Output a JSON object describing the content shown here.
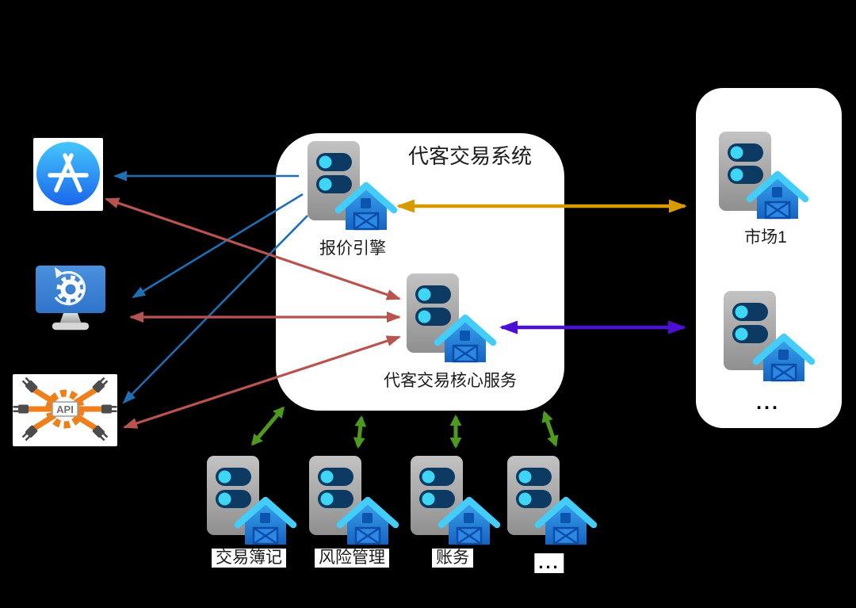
{
  "diagram": {
    "title": "代客交易系统",
    "system_nodes": [
      {
        "id": "quote-engine",
        "label": "报价引擎"
      },
      {
        "id": "core-service",
        "label": "代客交易核心服务"
      }
    ],
    "channels": [
      {
        "id": "app-store",
        "icon": "app-store-icon"
      },
      {
        "id": "ops-terminal",
        "icon": "sync-monitor-icon"
      },
      {
        "id": "api-gateway",
        "icon": "api-gateway-icon",
        "text": "API"
      }
    ],
    "markets_panel": {
      "nodes": [
        {
          "id": "market-1",
          "label": "市场1"
        },
        {
          "id": "market-2",
          "label": ""
        }
      ],
      "ellipsis": "..."
    },
    "backend_nodes": [
      {
        "id": "trade-bookkeeping",
        "label": "交易簿记"
      },
      {
        "id": "risk-management",
        "label": "风险管理"
      },
      {
        "id": "accounting",
        "label": "账务"
      },
      {
        "id": "more-backends",
        "label": "..."
      }
    ],
    "connections": [
      {
        "from": "quote-engine",
        "to": "app-store",
        "color": "blue",
        "double_headed": false
      },
      {
        "from": "quote-engine",
        "to": "ops-terminal",
        "color": "blue",
        "double_headed": false
      },
      {
        "from": "quote-engine",
        "to": "api-gateway",
        "color": "blue",
        "double_headed": false
      },
      {
        "from": "core-service",
        "to": "app-store",
        "color": "red",
        "double_headed": true
      },
      {
        "from": "core-service",
        "to": "ops-terminal",
        "color": "red",
        "double_headed": true
      },
      {
        "from": "core-service",
        "to": "api-gateway",
        "color": "red",
        "double_headed": true
      },
      {
        "from": "quote-engine",
        "to": "market-1",
        "color": "orange",
        "double_headed": true
      },
      {
        "from": "core-service",
        "to": "market-2",
        "color": "purple",
        "double_headed": true
      },
      {
        "from": "system-box",
        "to": "trade-bookkeeping",
        "color": "green",
        "double_headed": true
      },
      {
        "from": "system-box",
        "to": "risk-management",
        "color": "green",
        "double_headed": true
      },
      {
        "from": "system-box",
        "to": "accounting",
        "color": "green",
        "double_headed": true
      },
      {
        "from": "system-box",
        "to": "more-backends",
        "color": "green",
        "double_headed": true
      }
    ]
  },
  "colors": {
    "background": "#000000",
    "panel": "#ffffff",
    "arrow_blue": "#1e6fb4",
    "arrow_red": "#b85450",
    "arrow_orange": "#d79b00",
    "arrow_purple": "#4c0fd6",
    "arrow_green": "#4e9a1f",
    "server_body": "#a9a9a9",
    "toggle_pill": "#0d3a63",
    "toggle_knob": "#3ed6f4",
    "barn_fill": "#2286dd",
    "barn_trim": "#44cdf8",
    "api_gear": "#ef7e1c"
  }
}
